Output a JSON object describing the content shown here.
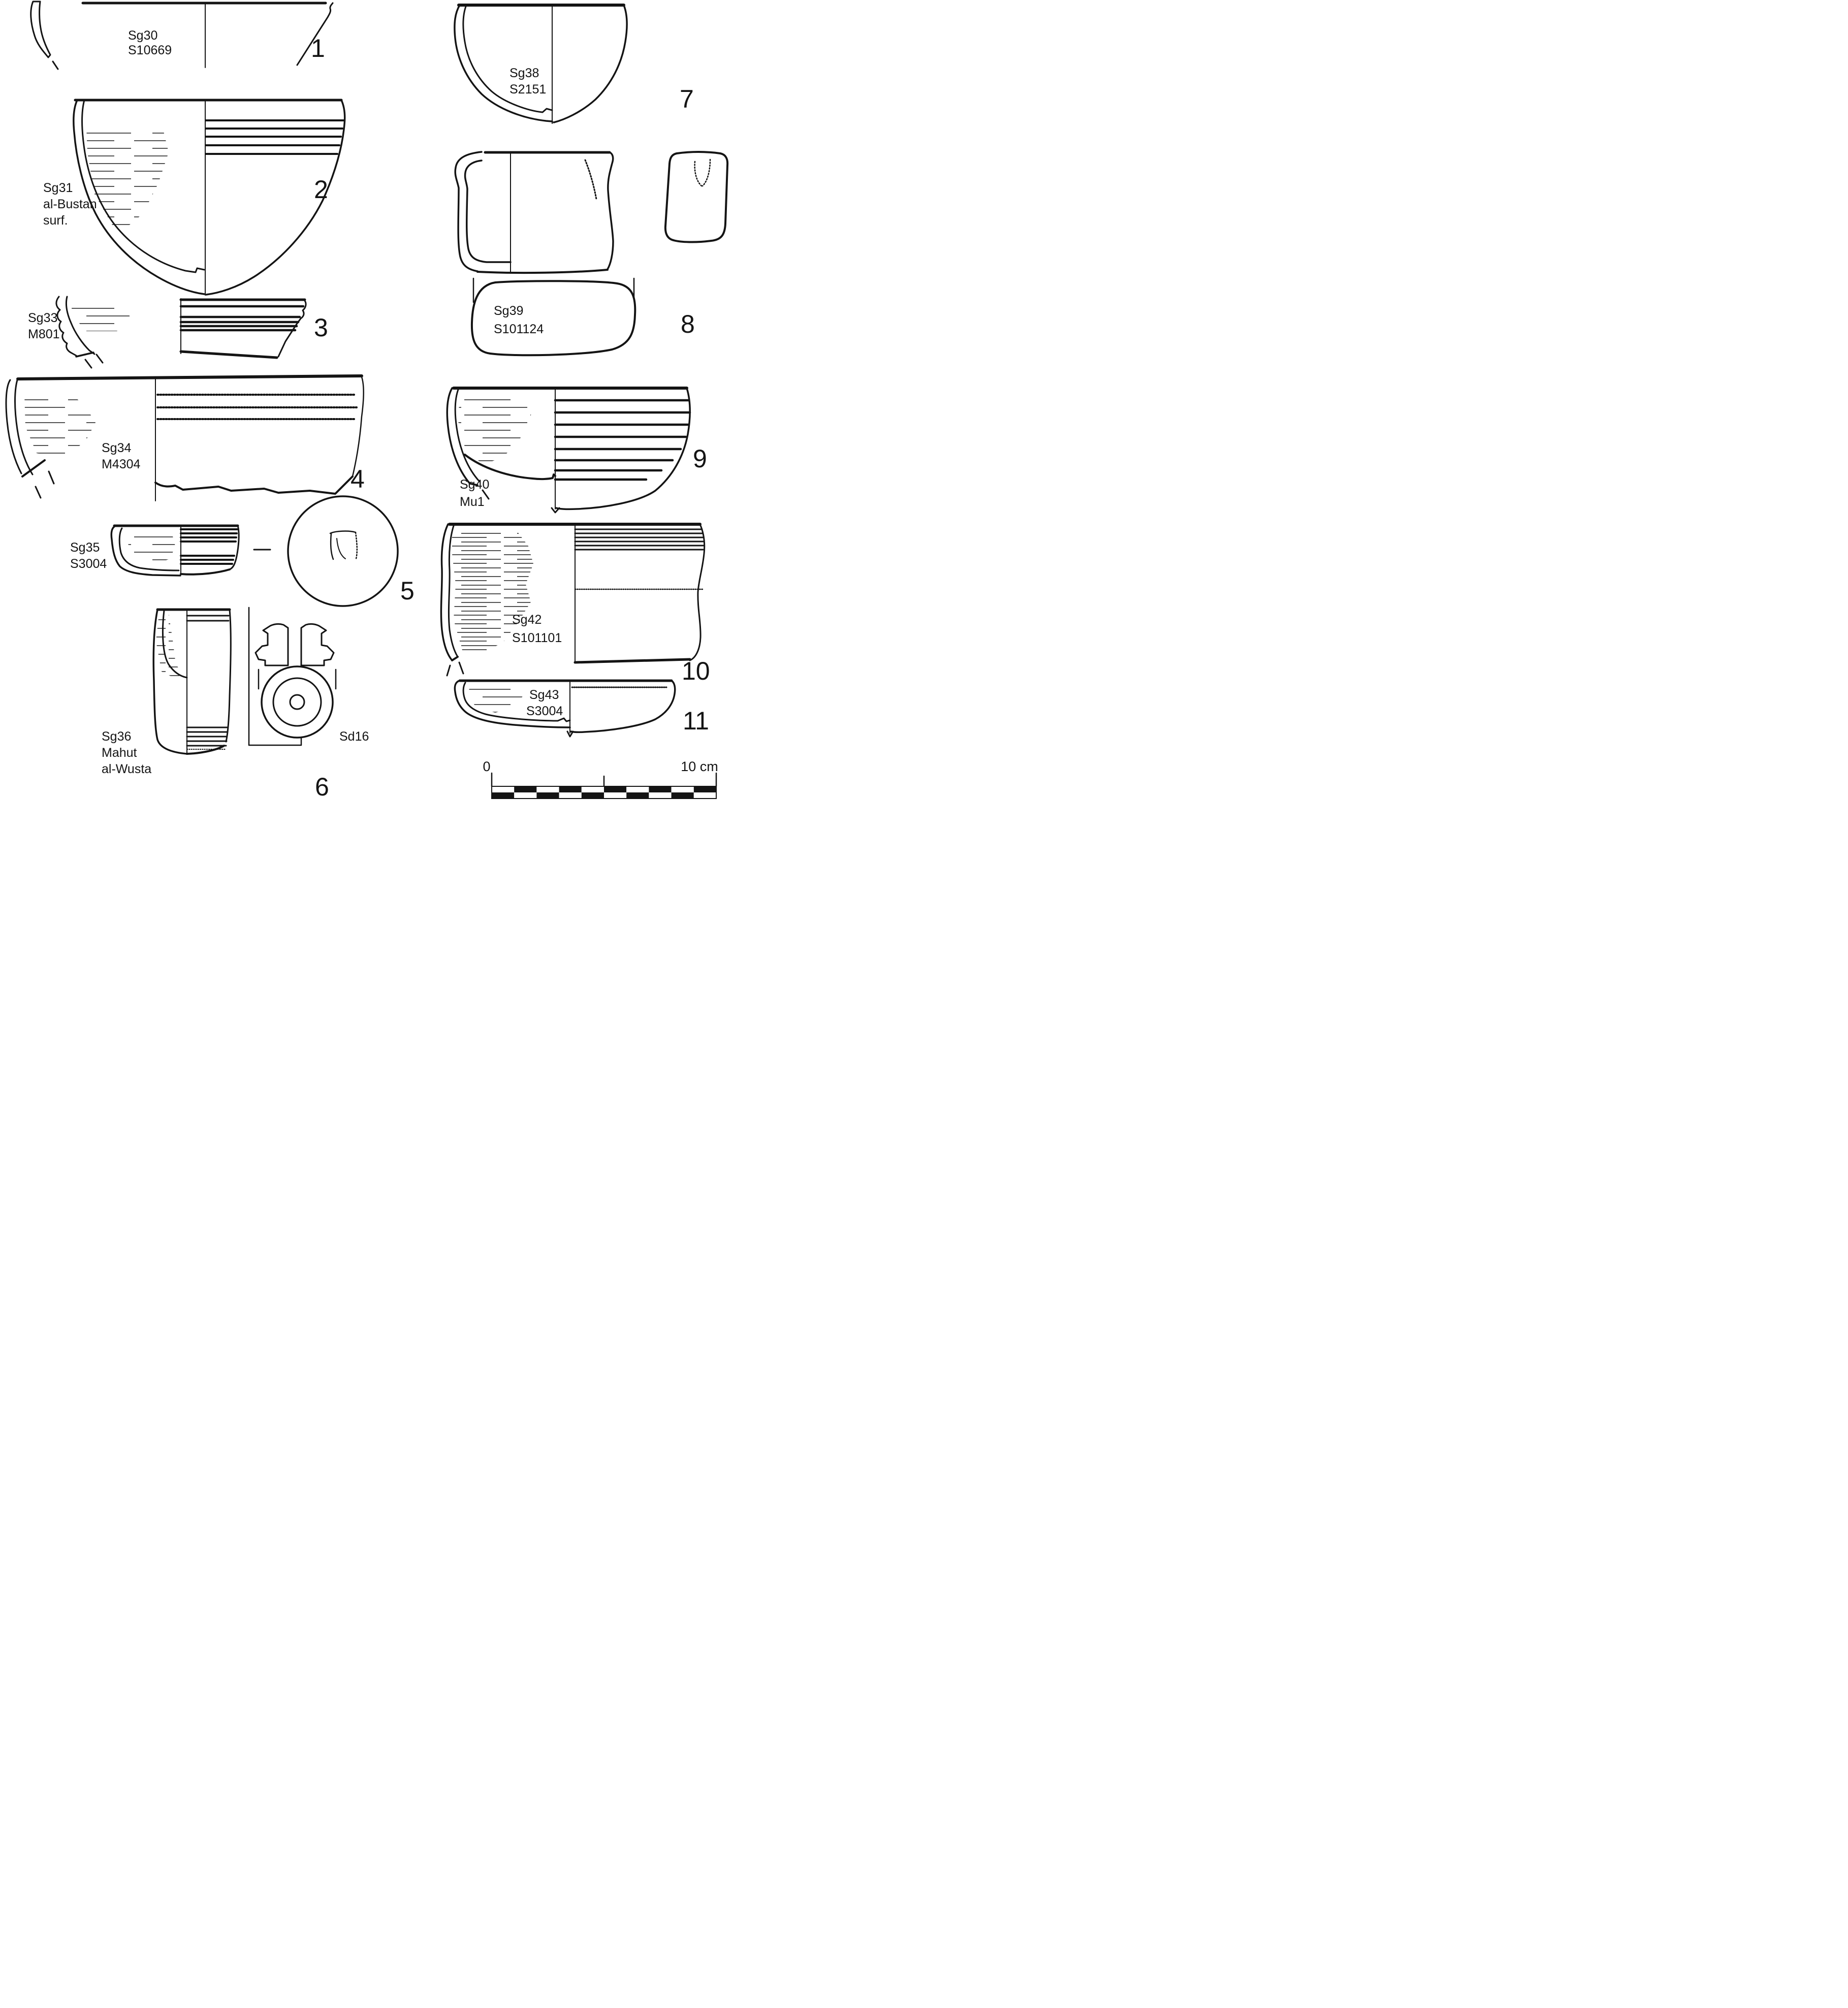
{
  "figure": {
    "description": "Pottery profile drawings figure",
    "items": {
      "i1": {
        "num": "1",
        "label1": "Sg30",
        "label2": "S10669"
      },
      "i2": {
        "num": "2",
        "label1": "Sg31",
        "label2": "al-Bustan",
        "label3": "surf."
      },
      "i3": {
        "num": "3",
        "label1": "Sg33",
        "label2": "M801"
      },
      "i4": {
        "num": "4",
        "label1": "Sg34",
        "label2": "M4304"
      },
      "i5": {
        "num": "5",
        "label1": "Sg35",
        "label2": "S3004"
      },
      "i6": {
        "num": "6",
        "label1": "Sg36",
        "label2": "Mahut",
        "label3": "al-Wusta",
        "sd_label": "Sd16"
      },
      "i7": {
        "num": "7",
        "label1": "Sg38",
        "label2": "S2151"
      },
      "i8": {
        "num": "8",
        "label1": "Sg39",
        "label2": "S101124"
      },
      "i9": {
        "num": "9",
        "label1": "Sg40",
        "label2": "Mu1"
      },
      "i10": {
        "num": "10",
        "label1": "Sg42",
        "label2": "S101101"
      },
      "i11": {
        "num": "11",
        "label1": "Sg43",
        "label2": "S3004"
      }
    }
  },
  "scale_bar": {
    "start_label": "0",
    "end_label": "10 cm",
    "segments": 10,
    "rows": 2
  },
  "colors": {
    "ink": "#141414",
    "paper": "#ffffff"
  }
}
